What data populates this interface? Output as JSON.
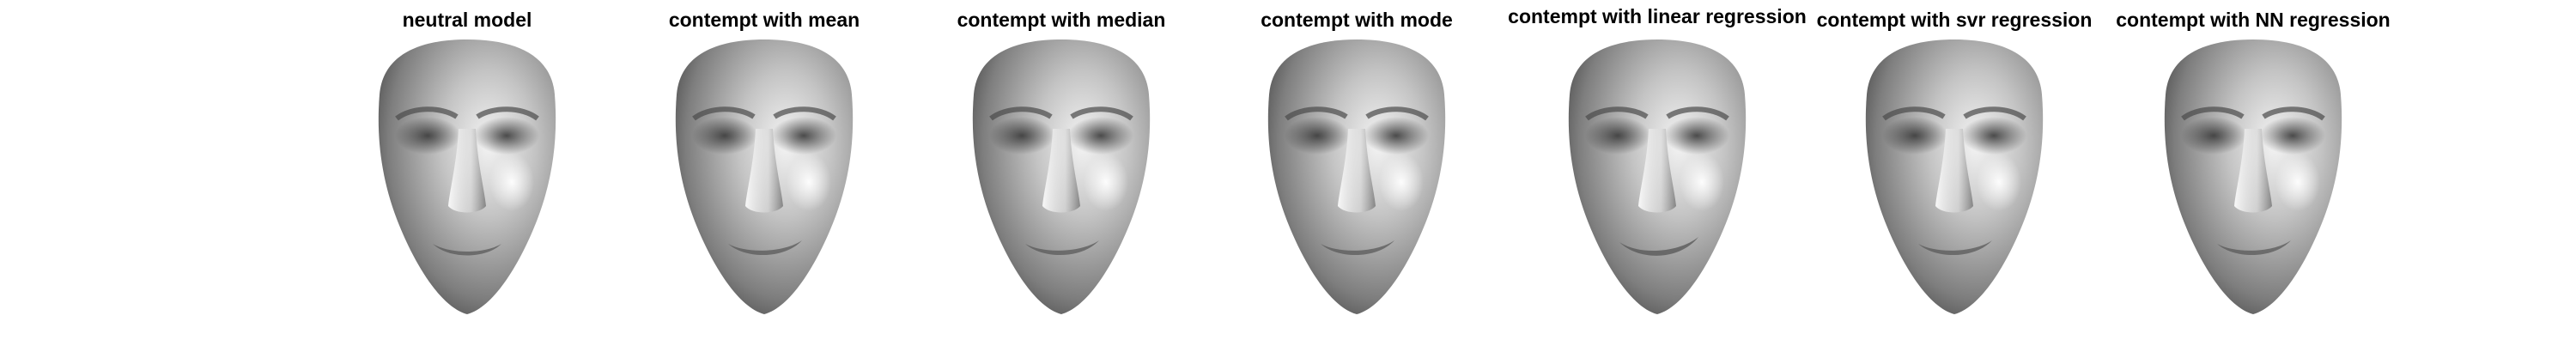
{
  "panels": [
    {
      "title": "neutral model"
    },
    {
      "title": "contempt with mean"
    },
    {
      "title": "contempt with median"
    },
    {
      "title": "contempt with mode"
    },
    {
      "title": "contempt with linear regression"
    },
    {
      "title": "contempt with svr regression"
    },
    {
      "title": "contempt with NN regression"
    }
  ]
}
